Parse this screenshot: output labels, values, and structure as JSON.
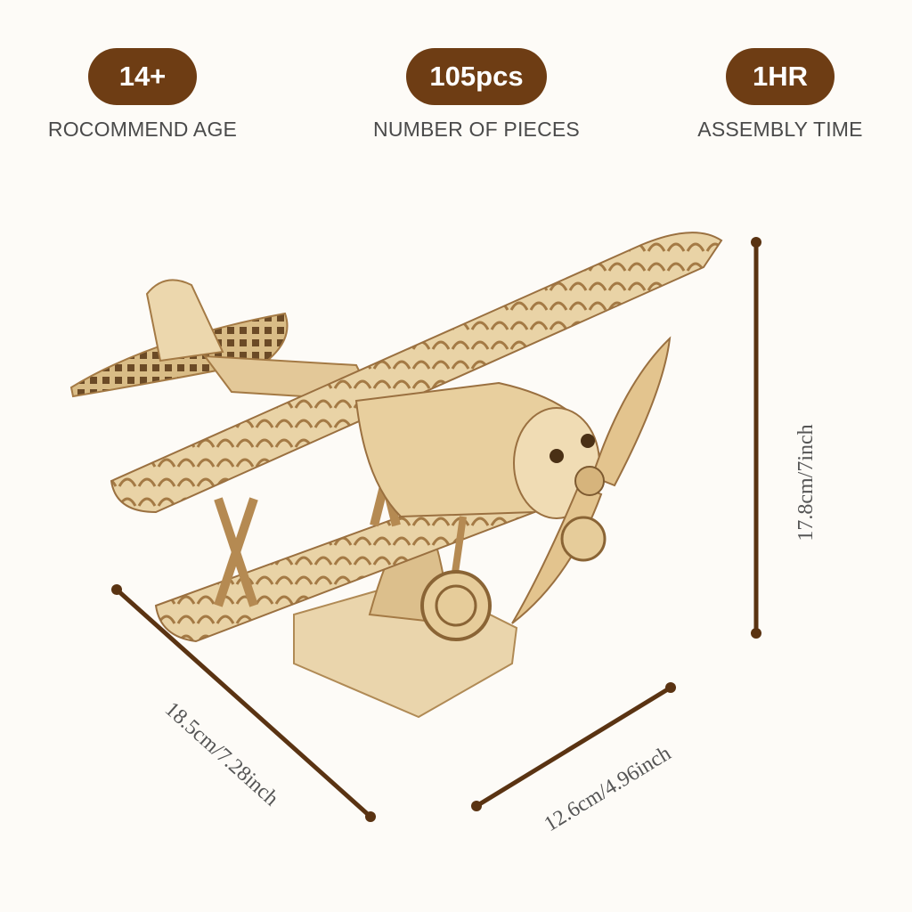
{
  "specs": {
    "age": {
      "value": "14+",
      "label": "ROCOMMEND AGE"
    },
    "pieces": {
      "value": "105pcs",
      "label": "NUMBER OF PIECES"
    },
    "time": {
      "value": "1HR",
      "label": "ASSEMBLY TIME"
    }
  },
  "dimensions": {
    "height": "17.8cm/7inch",
    "length": "18.5cm/7.28inch",
    "width": "12.6cm/4.96inch"
  },
  "colors": {
    "badge": "#6e3d14",
    "dimension_line": "#5a3312",
    "wood": "#e6cfa0"
  }
}
